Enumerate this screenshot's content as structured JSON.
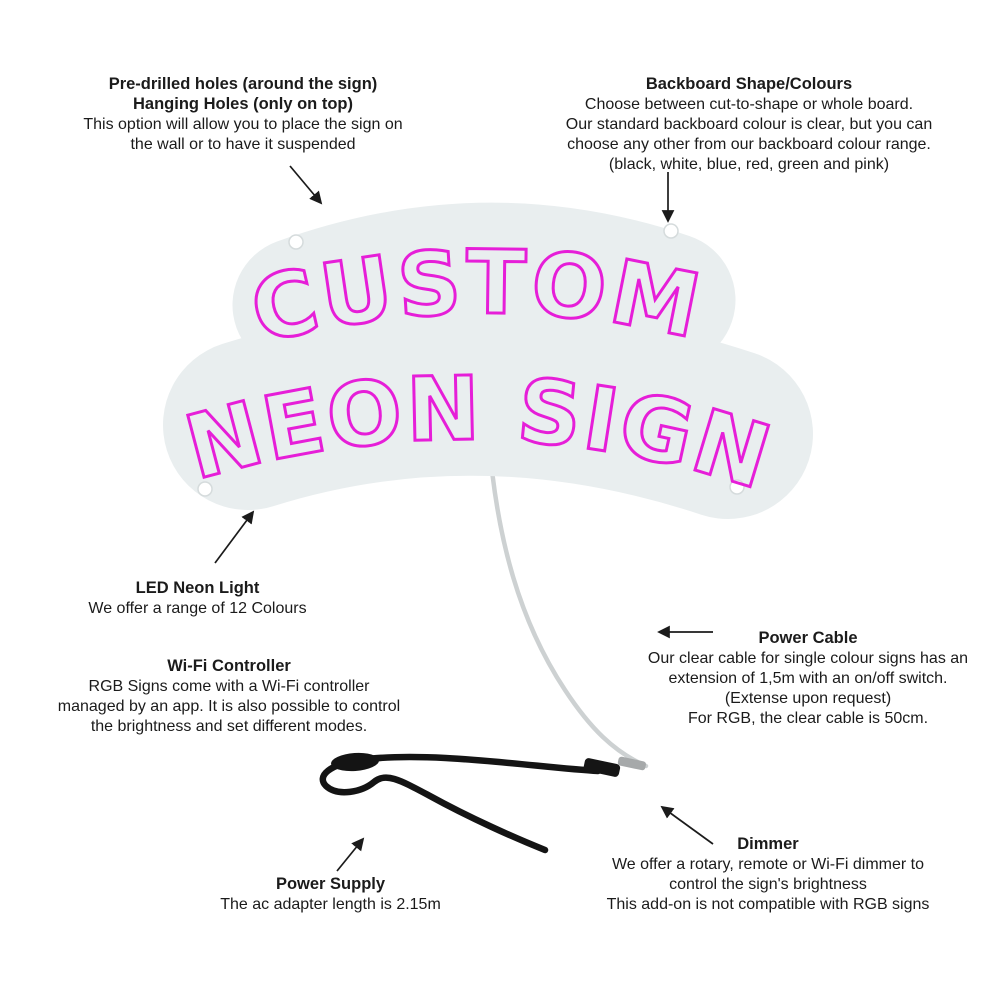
{
  "sign": {
    "line1": "CUSTOM",
    "line2": "NEON SIGN",
    "neon_color": "#e61ed8",
    "board_color": "#e9eeef"
  },
  "annotations": {
    "predrilled_holes": {
      "title": "Pre-drilled holes (around the sign)\nHanging Holes (only on top)",
      "body": "This option will allow you to place the sign on\nthe wall or to have it suspended"
    },
    "backboard": {
      "title": "Backboard Shape/Colours",
      "body": "Choose between cut-to-shape or whole board.\nOur standard backboard colour is clear, but you can\nchoose any other from our backboard colour range.\n(black, white, blue, red, green and pink)"
    },
    "led_neon_light": {
      "title": "LED Neon Light",
      "body": "We offer a range of 12 Colours"
    },
    "wifi_controller": {
      "title": "Wi-Fi Controller",
      "body": "RGB Signs come with a Wi-Fi controller\nmanaged by an app. It is also possible to control\nthe brightness and set different modes."
    },
    "power_cable": {
      "title": "Power Cable",
      "body": "Our clear cable for single colour signs has an\nextension of 1,5m with an on/off switch.\n(Extense upon request)\nFor RGB, the clear cable is 50cm."
    },
    "power_supply": {
      "title": "Power Supply",
      "body": "The ac adapter length is 2.15m"
    },
    "dimmer": {
      "title": "Dimmer",
      "body": "We offer a rotary, remote or Wi-Fi dimmer to\ncontrol the sign's brightness\nThis add-on is not compatible with RGB signs"
    }
  }
}
